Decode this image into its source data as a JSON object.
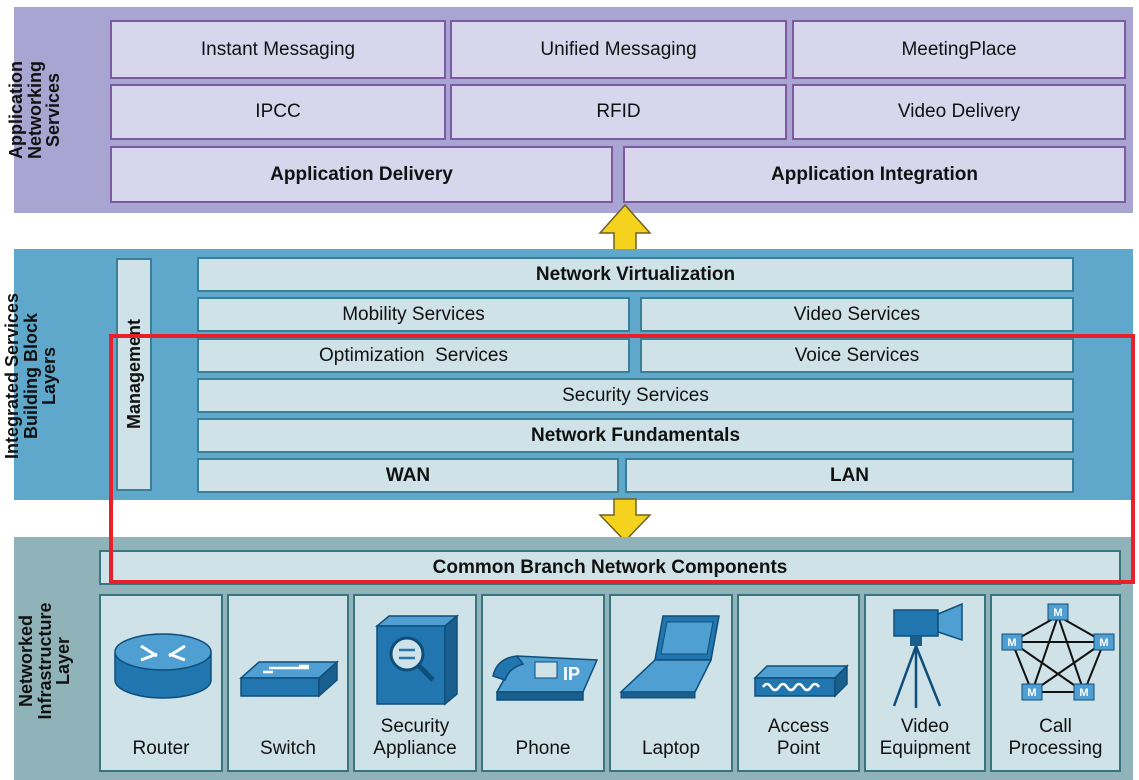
{
  "app_layer": {
    "label": "Application Networking Services",
    "label_lines": [
      "Application",
      "Networking",
      "Services"
    ],
    "row1": [
      "Instant Messaging",
      "Unified Messaging",
      "MeetingPlace"
    ],
    "row2": [
      "IPCC",
      "RFID",
      "Video Delivery"
    ],
    "delivery": "Application Delivery",
    "integration": "Application Integration"
  },
  "services_layer": {
    "label_lines": [
      "Integrated Services",
      "Building Block",
      "Layers"
    ],
    "management": "Management",
    "network_virtualization": "Network Virtualization",
    "mobility": "Mobility Services",
    "video": "Video Services",
    "optimization": "Optimization  Services",
    "voice": "Voice Services",
    "security": "Security Services",
    "fundamentals": "Network Fundamentals",
    "wan": "WAN",
    "lan": "LAN"
  },
  "infra_layer": {
    "label_lines": [
      "Networked",
      "Infrastructure",
      "Layer"
    ],
    "common": "Common Branch Network Components",
    "devices": [
      {
        "name": "Router",
        "icon": "router-icon"
      },
      {
        "name": "Switch",
        "icon": "switch-icon"
      },
      {
        "name": "Security Appliance",
        "lines": [
          "Security",
          "Appliance"
        ],
        "icon": "security-appliance-icon"
      },
      {
        "name": "Phone",
        "icon": "ip-phone-icon"
      },
      {
        "name": "Laptop",
        "icon": "laptop-icon"
      },
      {
        "name": "Access Point",
        "lines": [
          "Access",
          "Point"
        ],
        "icon": "access-point-icon"
      },
      {
        "name": "Video Equipment",
        "lines": [
          "Video",
          "Equipment"
        ],
        "icon": "video-camera-icon"
      },
      {
        "name": "Call Processing",
        "lines": [
          "Call",
          "Processing"
        ],
        "icon": "call-processing-icon"
      }
    ],
    "phone_icon_text": "IP",
    "call_icon_text": "M"
  },
  "colors": {
    "app_bg": "#a9a5d2",
    "services_bg": "#5fa8cc",
    "infra_bg": "#8fb3b8",
    "arrow": "#f5d21d",
    "highlight": "#e8202a"
  }
}
